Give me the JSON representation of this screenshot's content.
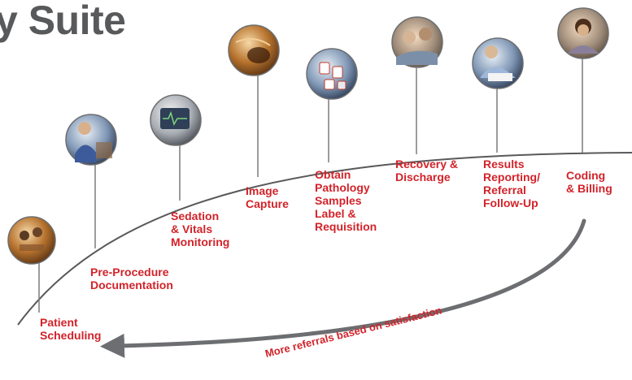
{
  "title": "y Suite",
  "colors": {
    "label": "#d2232a",
    "title": "#58595b",
    "curve": "#58595b",
    "connector": "#7a7a7a",
    "photo_ring": "#6d6e71"
  },
  "steps": [
    {
      "label": "Patient\nScheduling",
      "photo": "photo-people-at-desk"
    },
    {
      "label": "Pre-Procedure\nDocumentation",
      "photo": "photo-nurse-at-counter"
    },
    {
      "label": "Sedation\n& Vitals\nMonitoring",
      "photo": "photo-vitals-monitor"
    },
    {
      "label": "Image\nCapture",
      "photo": "photo-endoscopic-image"
    },
    {
      "label": "Obtain\nPathology\nSamples\nLabel &\nRequisition",
      "photo": "photo-specimen-containers"
    },
    {
      "label": "Recovery &\nDischarge",
      "photo": "photo-patient-recovery"
    },
    {
      "label": "Results\nReporting/\nReferral\nFollow-Up",
      "photo": "photo-physician-writing"
    },
    {
      "label": "Coding\n& Billing",
      "photo": "photo-billing-staff"
    }
  ],
  "return_arrow": {
    "label": "More referrals based on satisfaction"
  }
}
